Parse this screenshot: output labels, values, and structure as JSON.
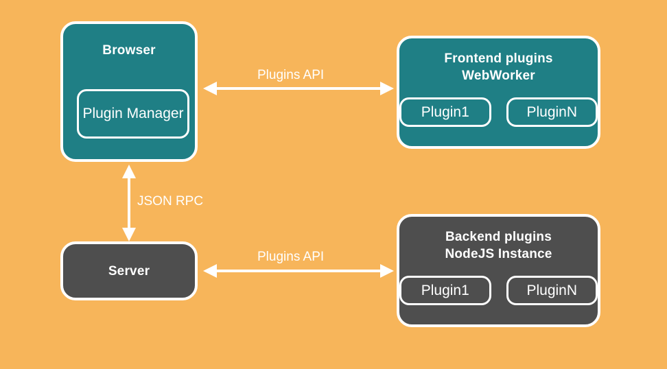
{
  "diagram": {
    "background_color": "#f7b55a",
    "teal_color": "#1f7f85",
    "dark_color": "#4e4e4e",
    "outline_color": "#ffffff",
    "nodes": [
      {
        "id": "browser",
        "title": "Browser",
        "children": [
          {
            "label": "Plugin\nManager"
          }
        ]
      },
      {
        "id": "frontend",
        "title": "Frontend plugins\nWebWorker",
        "children": [
          {
            "label": "Plugin1"
          },
          {
            "label": "PluginN"
          }
        ]
      },
      {
        "id": "server",
        "title": "Server",
        "children": []
      },
      {
        "id": "backend",
        "title": "Backend plugins\nNodeJS Instance",
        "children": [
          {
            "label": "Plugin1"
          },
          {
            "label": "PluginN"
          }
        ]
      }
    ],
    "edges": [
      {
        "id": "browser-frontend",
        "label": "Plugins API",
        "direction": "bidirectional",
        "orientation": "horizontal"
      },
      {
        "id": "browser-server",
        "label": "JSON RPC",
        "direction": "bidirectional",
        "orientation": "vertical"
      },
      {
        "id": "server-backend",
        "label": "Plugins API",
        "direction": "bidirectional",
        "orientation": "horizontal"
      }
    ]
  }
}
